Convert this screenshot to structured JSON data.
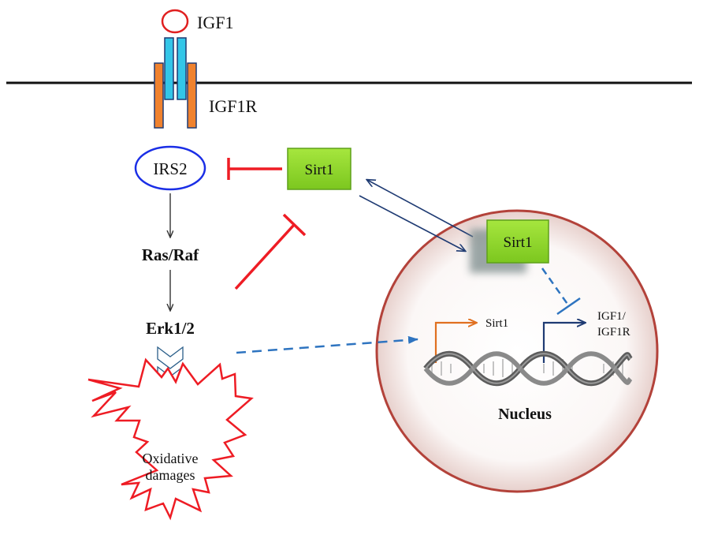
{
  "labels": {
    "igf1": "IGF1",
    "igf1r": "IGF1R",
    "irs2": "IRS2",
    "sirt1_cyto": "Sirt1",
    "sirt1_nuc": "Sirt1",
    "ras_raf": "Ras/Raf",
    "erk": "Erk1/2",
    "oxidative_line1": "Oxidative",
    "oxidative_line2": "damages",
    "gene_sirt1": "Sirt1",
    "gene_igf1_line1": "IGF1/",
    "gene_igf1_line2": "IGF1R",
    "nucleus": "Nucleus"
  },
  "colors": {
    "inhibition": "#ee1c24",
    "irs2_outline": "#1a2ee6",
    "sirt1_fill": "#8ed62a",
    "sirt1_border": "#5ea01a",
    "receptor_inner": "#33c6e8",
    "receptor_outer": "#f0822e",
    "nucleus_border": "#b3423a",
    "dashed_arrow": "#2e74c0",
    "transport_arrow": "#1f3b73",
    "sirt1_promoter": "#e07020",
    "igf1_promoter": "#1f3b73"
  },
  "icons": {
    "ligand": "circle-ligand-icon",
    "receptor": "transmembrane-receptor-icon",
    "dna": "dna-helix-icon",
    "burst": "starburst-icon",
    "cascade": "chevron-cascade-icon"
  }
}
